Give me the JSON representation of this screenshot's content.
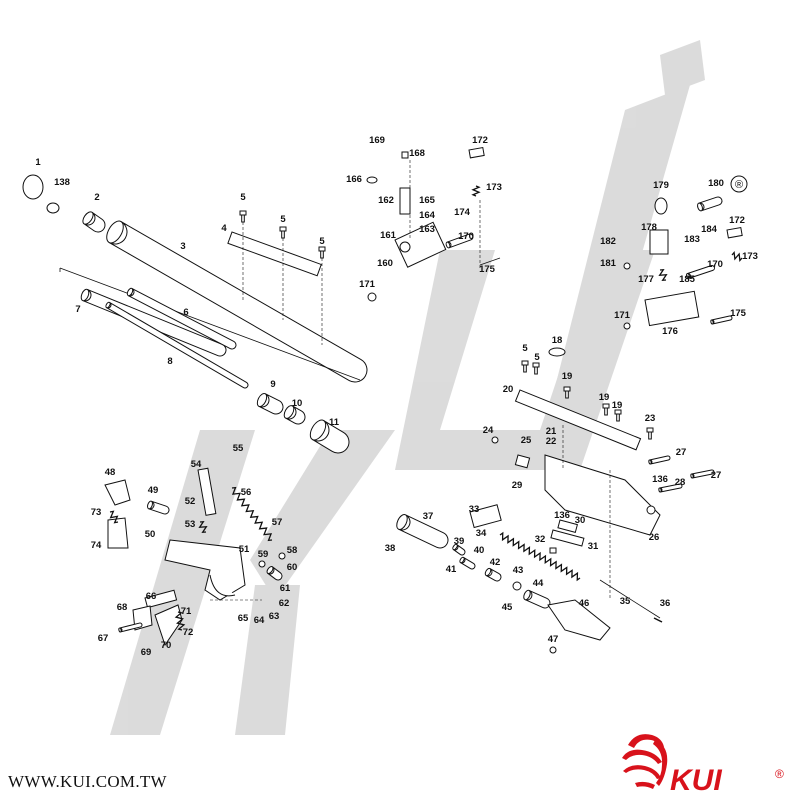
{
  "watermark": {
    "text": "KUI",
    "color": "#cfcfcf"
  },
  "footer": {
    "url": "WWW.KUI.COM.TW"
  },
  "logo": {
    "text": "KUI",
    "registered": "®",
    "color": "#d8121b"
  },
  "registered_mark": "®",
  "colors": {
    "line": "#111111",
    "part_fill": "#ffffff",
    "part_shade": "#cccccc"
  },
  "callouts": [
    "1",
    "138",
    "2",
    "3",
    "4",
    "5",
    "5",
    "5",
    "7",
    "6",
    "8",
    "9",
    "10",
    "11",
    "169",
    "168",
    "172",
    "166",
    "162",
    "165",
    "164",
    "163",
    "173",
    "174",
    "161",
    "170",
    "160",
    "175",
    "171",
    "179",
    "180",
    "182",
    "178",
    "183",
    "184",
    "172",
    "181",
    "177",
    "185",
    "170",
    "173",
    "171",
    "176",
    "175",
    "18",
    "5",
    "5",
    "20",
    "19",
    "19",
    "19",
    "23",
    "24",
    "25",
    "21",
    "22",
    "27",
    "29",
    "136",
    "28",
    "27",
    "26",
    "136",
    "30",
    "32",
    "31",
    "48",
    "49",
    "55",
    "54",
    "73",
    "52",
    "56",
    "50",
    "53",
    "74",
    "51",
    "57",
    "59",
    "58",
    "60",
    "66",
    "61",
    "62",
    "65",
    "64",
    "63",
    "68",
    "71",
    "67",
    "72",
    "69",
    "70",
    "33",
    "37",
    "34",
    "38",
    "39",
    "40",
    "41",
    "42",
    "43",
    "44",
    "45",
    "46",
    "35",
    "36",
    "47"
  ]
}
